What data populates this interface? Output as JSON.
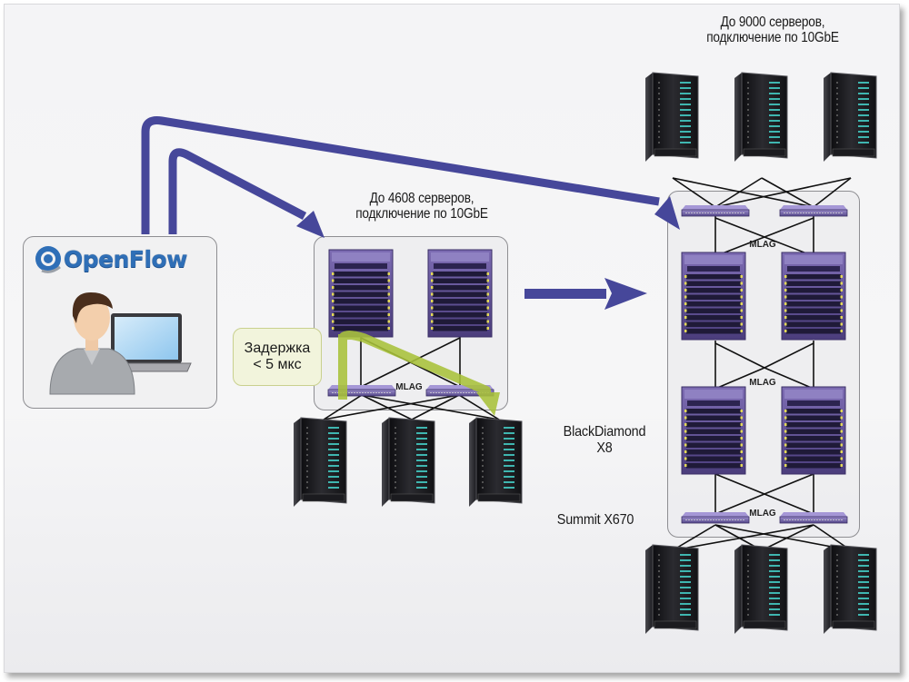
{
  "diagram": {
    "title_right": [
      "До 9000 серверов,",
      "подключение по 10GbE"
    ],
    "title_middle": [
      "До 4608 серверов,",
      "подключение по 10GbE"
    ],
    "latency_label": [
      "Задержка",
      "< 5 мкс"
    ],
    "controller": {
      "logo_text": "OpenFlow",
      "icon": "user-at-laptop-icon"
    },
    "labels": {
      "core_switch": [
        "BlackDiamond",
        "X8"
      ],
      "tor_switch": "Summit X670",
      "mlag": "MLAG"
    },
    "small_cluster": {
      "core_switches": 2,
      "tor_switches": 2,
      "servers": 3
    },
    "large_cluster": {
      "top_servers": 3,
      "top_tor_switches": 2,
      "core_switch_tiers": 2,
      "core_switches_per_tier": 2,
      "bottom_tor_switches": 2,
      "bottom_servers": 3
    },
    "colors": {
      "control_arrow": "#46479a",
      "latency_path": "#a9c23a",
      "switch": "#5b4a8e",
      "server": "#1d1d20",
      "server_led": "#3fb6b0",
      "panel_border": "#8e8e92"
    }
  }
}
